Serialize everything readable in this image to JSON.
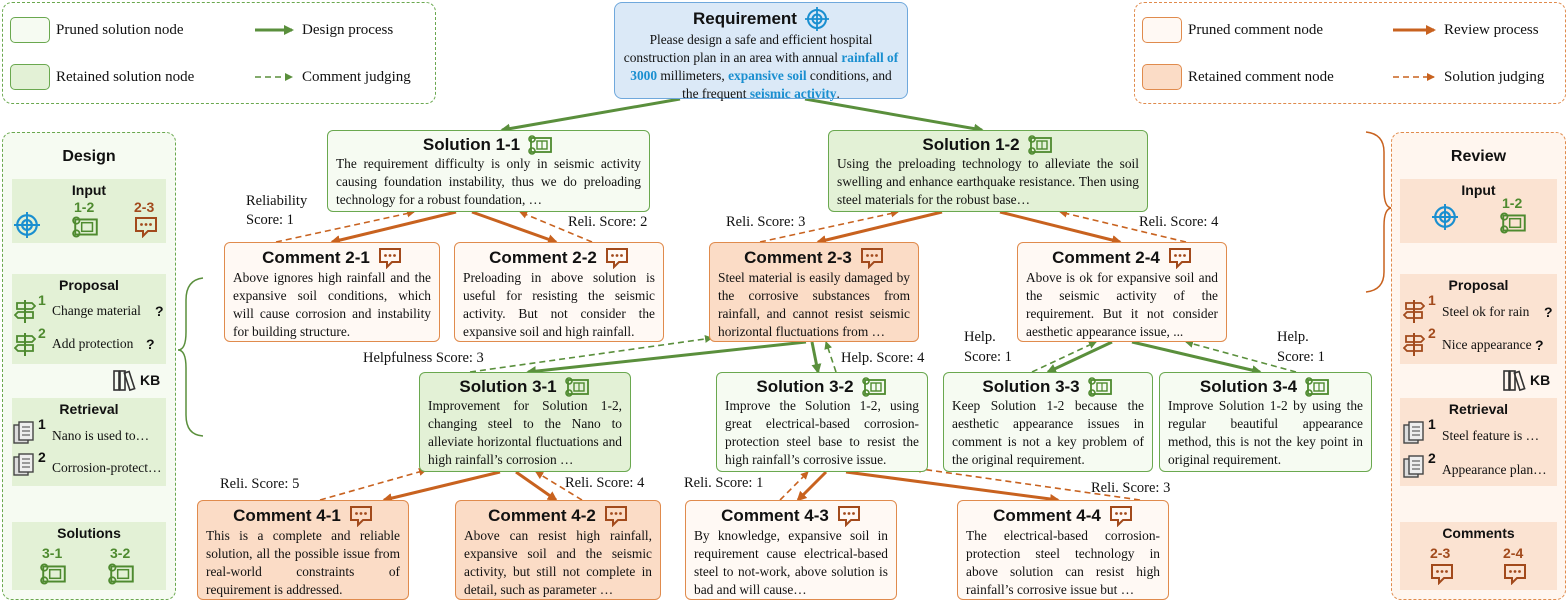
{
  "legend_left": {
    "pruned_solution": "Pruned solution node",
    "retained_solution": "Retained solution node",
    "design_process": "Design process",
    "comment_judging": "Comment judging"
  },
  "legend_right": {
    "pruned_comment": "Pruned comment node",
    "retained_comment": "Retained comment node",
    "review_process": "Review process",
    "solution_judging": "Solution judging"
  },
  "requirement": {
    "title": "Requirement",
    "text_1": "Please design a safe and efficient hospital construction plan in an area with annual ",
    "hl_1": "rainfall of 3000",
    "text_2": " millimeters, ",
    "hl_2": "expansive soil",
    "text_3": " conditions, and the frequent ",
    "hl_3": "seismic activity",
    "text_4": "."
  },
  "nodes": {
    "s11": {
      "title": "Solution 1-1",
      "text": "The requirement difficulty is only in seismic activity causing foundation instability, thus we do preloading technology for a robust foundation, …"
    },
    "s12": {
      "title": "Solution 1-2",
      "text": "Using the preloading technology to alleviate the soil swelling and enhance earthquake resistance. Then using steel materials for the robust base…"
    },
    "c21": {
      "title": "Comment 2-1",
      "text": "Above ignores high rainfall and the expansive soil conditions, which will cause corrosion and instability for building structure."
    },
    "c22": {
      "title": "Comment 2-2",
      "text": "Preloading in above solution is useful for resisting the seismic activity. But not consider the expansive soil and high rainfall."
    },
    "c23": {
      "title": "Comment 2-3",
      "text": "Steel material is easily damaged by the corrosive substances from rainfall, and cannot resist seismic horizontal fluctuations from …"
    },
    "c24": {
      "title": "Comment 2-4",
      "text": "Above is ok for expansive soil and the seismic activity of the requirement. But it not consider aesthetic appearance issue, ..."
    },
    "s31": {
      "title": "Solution 3-1",
      "text": "Improvement for  Solution 1-2, changing steel to the Nano to alleviate horizontal fluctuations and high rainfall’s corrosion …"
    },
    "s32": {
      "title": "Solution 3-2",
      "text": "Improve the Solution 1-2, using great electrical-based corrosion-protection steel base to resist the high rainfall’s corrosive issue."
    },
    "s33": {
      "title": "Solution 3-3",
      "text": "Keep Solution 1-2 because the aesthetic appearance issues in comment is not a key problem of the original requirement."
    },
    "s34": {
      "title": "Solution 3-4",
      "text": "Improve Solution 1-2 by using the regular beautiful appearance method, this is not the key point in original requirement."
    },
    "c41": {
      "title": "Comment 4-1",
      "text": "This is a complete and reliable solution, all the possible issue from real-world constraints of requirement is addressed."
    },
    "c42": {
      "title": "Comment 4-2",
      "text": "Above can resist high rainfall, expansive soil and the seismic activity, but still not complete in detail, such as parameter …"
    },
    "c43": {
      "title": "Comment 4-3",
      "text": "By knowledge, expansive soil in requirement cause electrical-based steel to not-work,  above solution is bad and will cause…"
    },
    "c44": {
      "title": "Comment 4-4",
      "text": "The electrical-based corrosion-protection steel technology in above solution can resist high rainfall’s corrosive issue but …"
    }
  },
  "scores": {
    "rel_1": "Reliability",
    "rel_2": "Score: 1",
    "reli2": "Reli. Score: 2",
    "reli3": "Reli. Score: 3",
    "reli4": "Reli. Score: 4",
    "help3": "Helpfulness Score: 3",
    "help4": "Help. Score: 4",
    "help1a_1": "Help.",
    "help1a_2": "Score: 1",
    "help1b_1": "Help.",
    "help1b_2": "Score: 1",
    "reli5": "Reli. Score: 5",
    "reli4b": "Reli. Score: 4",
    "reli1": "Reli. Score: 1",
    "reli3b": "Reli. Score: 3"
  },
  "design": {
    "title": "Design",
    "input": "Input",
    "input_ids": [
      "1-2",
      "2-3"
    ],
    "proposal": "Proposal",
    "proposals": [
      "Change material",
      "Add protection"
    ],
    "proposal_idx": [
      "1",
      "2"
    ],
    "q": "?",
    "kb": "KB",
    "retrieval": "Retrieval",
    "retrievals": [
      "Nano is used to…",
      "Corrosion-protect…"
    ],
    "solutions": "Solutions",
    "solution_ids": [
      "3-1",
      "3-2"
    ]
  },
  "review": {
    "title": "Review",
    "input": "Input",
    "input_ids": [
      "1-2"
    ],
    "proposal": "Proposal",
    "proposals": [
      "Steel ok for rain",
      "Nice appearance"
    ],
    "proposal_idx": [
      "1",
      "2"
    ],
    "q": "?",
    "kb": "KB",
    "retrieval": "Retrieval",
    "retrievals": [
      "Steel feature is …",
      "Appearance plan…"
    ],
    "comments": "Comments",
    "comment_ids": [
      "2-3",
      "2-4"
    ]
  },
  "colors": {
    "green": "#5a8f3c",
    "orange": "#c8621f",
    "blue": "#1a8fd0"
  }
}
